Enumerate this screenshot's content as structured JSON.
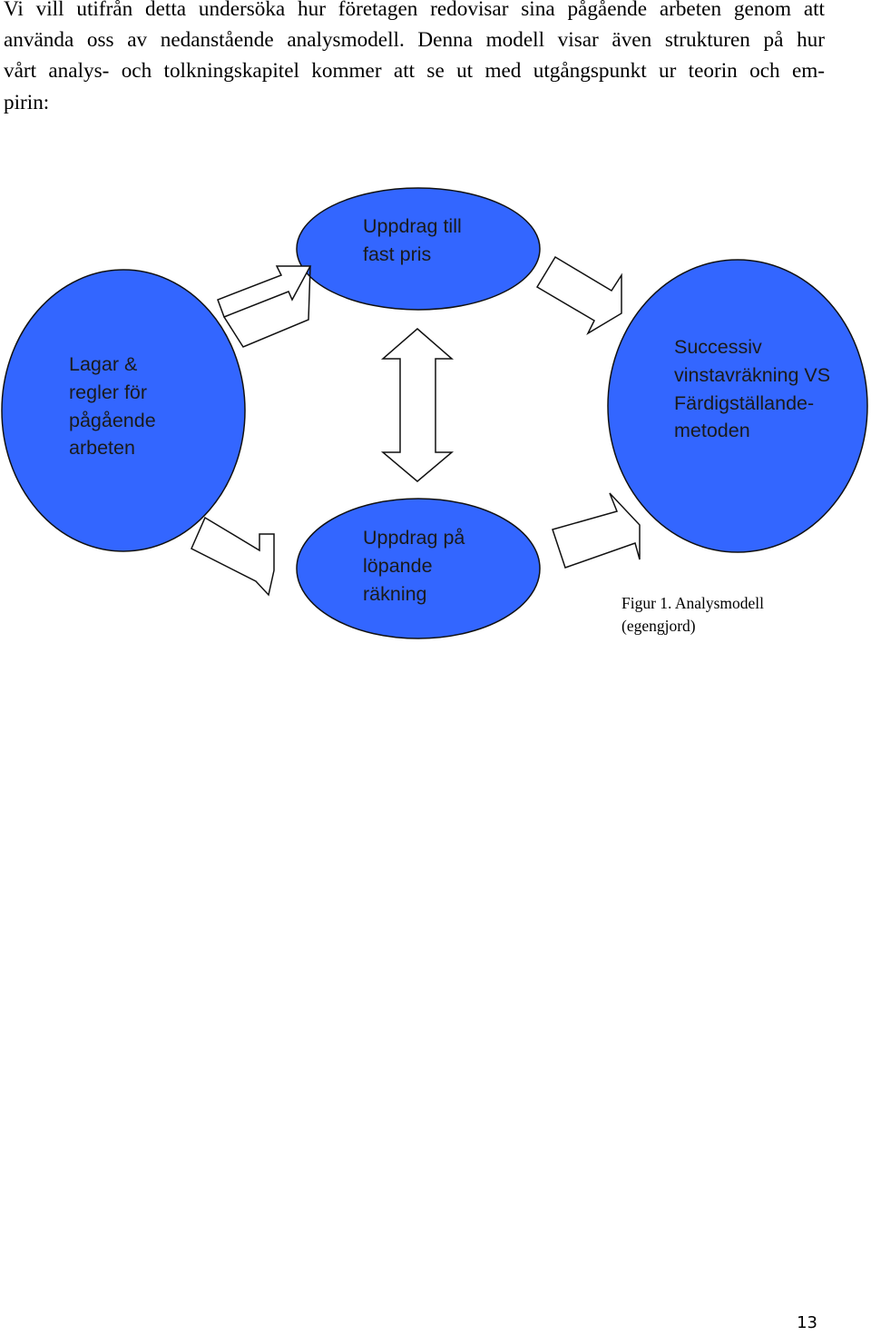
{
  "intro_lines": [
    "Vi vill utifrån detta undersöka hur företagen redovisar sina pågående arbeten genom att",
    "använda oss av nedanstående analysmodell. Denna modell visar även strukturen på hur",
    "vårt analys- och tolkningskapitel kommer att se ut med utgångspunkt ur teorin och em-",
    "pirin:"
  ],
  "diagram": {
    "nodes": {
      "top": [
        "Uppdrag till",
        "fast pris"
      ],
      "left": [
        "Lagar &",
        "regler för",
        "pågående",
        "arbeten"
      ],
      "right": [
        "Successiv",
        "vinstavräkning VS",
        "Färdigställande-",
        "metoden"
      ],
      "bottom": [
        "Uppdrag på",
        "löpande",
        "räkning"
      ]
    },
    "colors": {
      "node_fill": "#3366ff",
      "node_stroke": "#111111",
      "arrow_fill": "#ffffff",
      "arrow_stroke": "#111111"
    }
  },
  "caption": [
    "Figur 1. Analysmodell",
    "(egengjord)"
  ],
  "page_number": "13"
}
